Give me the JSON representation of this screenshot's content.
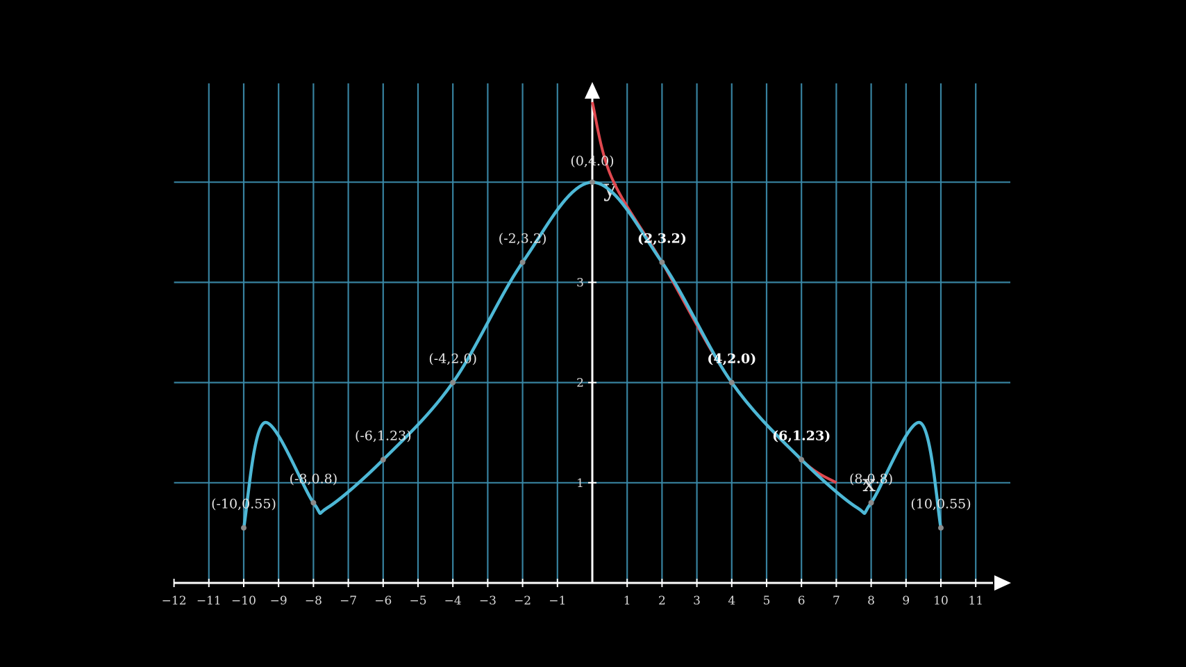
{
  "chart_data": {
    "type": "line",
    "title": "",
    "xlabel": "x",
    "ylabel": "y",
    "xlim": [
      -12,
      11.8
    ],
    "ylim": [
      0,
      4.8
    ],
    "x_ticks": [
      -12,
      -11,
      -10,
      -9,
      -8,
      -7,
      -6,
      -5,
      -4,
      -3,
      -2,
      -1,
      1,
      2,
      3,
      4,
      5,
      6,
      7,
      8,
      9,
      10,
      11
    ],
    "y_ticks": [
      1,
      2,
      3
    ],
    "grid": true,
    "colors": {
      "background": "#000000",
      "grid": "#3a8aa8",
      "curve": "#4db8d6",
      "tangent": "#e0484f",
      "axis": "#ffffff",
      "point": "#8a8a8a"
    },
    "series": [
      {
        "points": [
          {
            "x": -10,
            "y": 0.55,
            "label": "(-10,0.55)"
          },
          {
            "x": -8,
            "y": 0.8,
            "label": "(-8,0.8)"
          },
          {
            "x": -6,
            "y": 1.23,
            "label": "(-6,1.23)"
          },
          {
            "x": -4,
            "y": 2.0,
            "label": "(-4,2.0)"
          },
          {
            "x": -2,
            "y": 3.2,
            "label": "(-2,3.2)"
          },
          {
            "x": 0,
            "y": 4.0,
            "label": "(0,4.0)"
          },
          {
            "x": 2,
            "y": 3.2,
            "label": "(2,3.2)"
          },
          {
            "x": 4,
            "y": 2.0,
            "label": "(4,2.0)"
          },
          {
            "x": 6,
            "y": 1.23,
            "label": "(6,1.23)"
          },
          {
            "x": 8,
            "y": 0.8,
            "label": "(8,0.8)"
          },
          {
            "x": 10,
            "y": 0.55,
            "label": "(10,0.55)"
          }
        ]
      }
    ],
    "curve_extrema": [
      {
        "x": -9.4,
        "y": 1.6
      },
      {
        "x": -7.6,
        "y": 0.75
      },
      {
        "x": 7.6,
        "y": 0.75
      },
      {
        "x": 9.4,
        "y": 1.6
      }
    ],
    "tangent_segment": [
      {
        "x": 0,
        "y": 4.8
      },
      {
        "x": 7,
        "y": 1.0
      }
    ]
  }
}
